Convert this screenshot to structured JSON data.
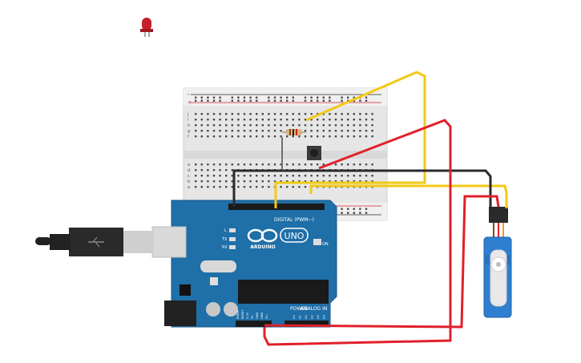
{
  "arduino": {
    "brand": "ARDUINO",
    "model": "UNO",
    "digital_label": "DIGITAL (PWM~)",
    "power_label": "POWER",
    "analog_label": "ANALOG IN",
    "on_label": "ON",
    "tx_label": "TX",
    "rx_label": "RX",
    "l_label": "L",
    "power_pins": [
      "IOREF",
      "RESET",
      "3.3V",
      "5V",
      "GND",
      "GND",
      "Vin"
    ],
    "analog_pins": [
      "A0",
      "A1",
      "A2",
      "A3",
      "A4",
      "A5"
    ]
  },
  "breadboard": {
    "row_letters_top": [
      "j",
      "i",
      "h",
      "g",
      "f"
    ],
    "row_letters_bottom": [
      "e",
      "d",
      "c",
      "b",
      "a"
    ],
    "rail_plus": "+",
    "rail_minus": "-"
  },
  "colors": {
    "board_blue": "#1f6fa8",
    "wire_red": "#e0202a",
    "wire_yellow": "#f2c914",
    "wire_black": "#2a2a2a",
    "breadboard": "#e6e6e6",
    "servo_blue": "#2f7fd0",
    "led_red": "#c4202a"
  },
  "components": {
    "led": "red-led",
    "resistor": "resistor",
    "pushbutton": "pushbutton",
    "servo": "micro-servo",
    "usb": "usb-cable"
  }
}
